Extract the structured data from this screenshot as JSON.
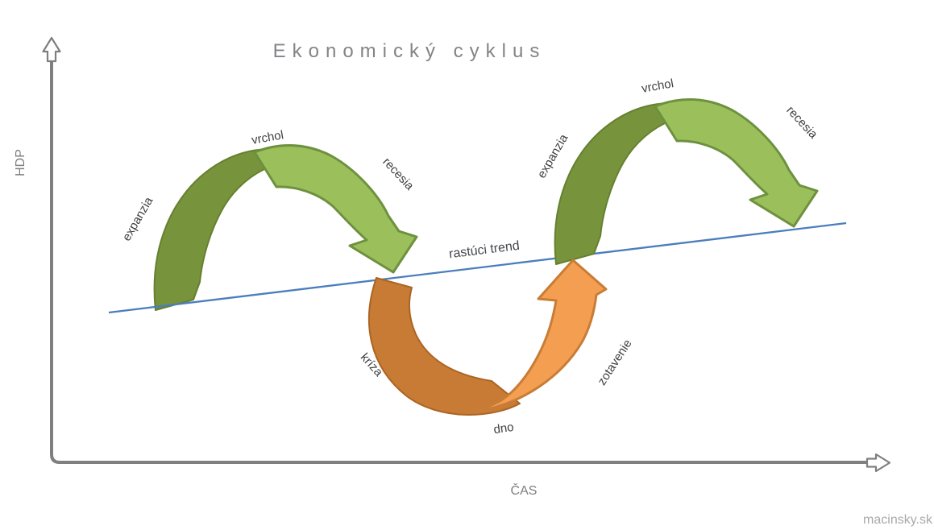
{
  "title": "Ekonomický cyklus",
  "y_axis": {
    "label": "HDP"
  },
  "x_axis": {
    "label": "ČAS"
  },
  "trend_line": {
    "label": "rastúci trend",
    "color": "#4a7ebc"
  },
  "cycles": {
    "first": {
      "expansion": "expanzia",
      "peak": "vrchol",
      "recession": "recesia"
    },
    "second": {
      "expansion": "expanzia",
      "peak": "vrchol",
      "recession": "recesia"
    },
    "trough": {
      "crisis": "kríza",
      "bottom": "dno",
      "recovery": "zotavenie"
    }
  },
  "watermark": "macinsky.sk",
  "colors": {
    "expansion_dark_green": "#77933c",
    "expansion_light_green": "#9bc05b",
    "green_outline": "#6e913f",
    "crisis_dark_orange": "#c87b34",
    "recovery_light_orange": "#f49e52",
    "orange_outline": "#c87d36",
    "trend_blue": "#4a7ebc",
    "axis_gray": "#7f7f7f",
    "label_gray": "#3f3f3f"
  }
}
